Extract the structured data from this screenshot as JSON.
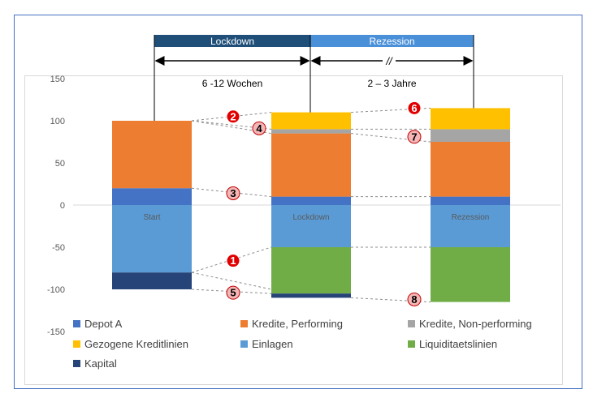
{
  "phases": [
    {
      "label": "Lockdown",
      "color": "#1f4e79",
      "duration": "6 -12 Wochen"
    },
    {
      "label": "Rezession",
      "color": "#4a90d9",
      "duration": "2 – 3 Jahre"
    }
  ],
  "break_symbol": "//",
  "chart_data": {
    "type": "bar",
    "stacked": true,
    "categories": [
      "Start",
      "Lockdown",
      "Rezession"
    ],
    "ylim": [
      -150,
      150
    ],
    "yticks": [
      150,
      100,
      50,
      0,
      -50,
      -100,
      -150
    ],
    "grid": false,
    "legend_position": "bottom",
    "series": [
      {
        "name": "Depot A",
        "color": "#4472c4",
        "values": [
          20,
          10,
          10
        ]
      },
      {
        "name": "Kredite, Performing",
        "color": "#ed7d31",
        "values": [
          80,
          75,
          65
        ]
      },
      {
        "name": "Kredite, Non-performing",
        "color": "#a5a5a5",
        "values": [
          0,
          5,
          15
        ]
      },
      {
        "name": "Gezogene Kreditlinien",
        "color": "#ffc000",
        "values": [
          0,
          20,
          25
        ]
      },
      {
        "name": "Einlagen",
        "color": "#5b9bd5",
        "values": [
          -80,
          -50,
          -50
        ]
      },
      {
        "name": "Liquiditaetslinien",
        "color": "#70ad47",
        "values": [
          0,
          -55,
          -65
        ]
      },
      {
        "name": "Kapital",
        "color": "#264478",
        "values": [
          -20,
          -5,
          0
        ]
      }
    ],
    "markers": [
      {
        "label": "1",
        "style": "filled"
      },
      {
        "label": "2",
        "style": "filled"
      },
      {
        "label": "3",
        "style": "light"
      },
      {
        "label": "4",
        "style": "light"
      },
      {
        "label": "5",
        "style": "light"
      },
      {
        "label": "6",
        "style": "filled"
      },
      {
        "label": "7",
        "style": "light"
      },
      {
        "label": "8",
        "style": "light"
      }
    ]
  }
}
